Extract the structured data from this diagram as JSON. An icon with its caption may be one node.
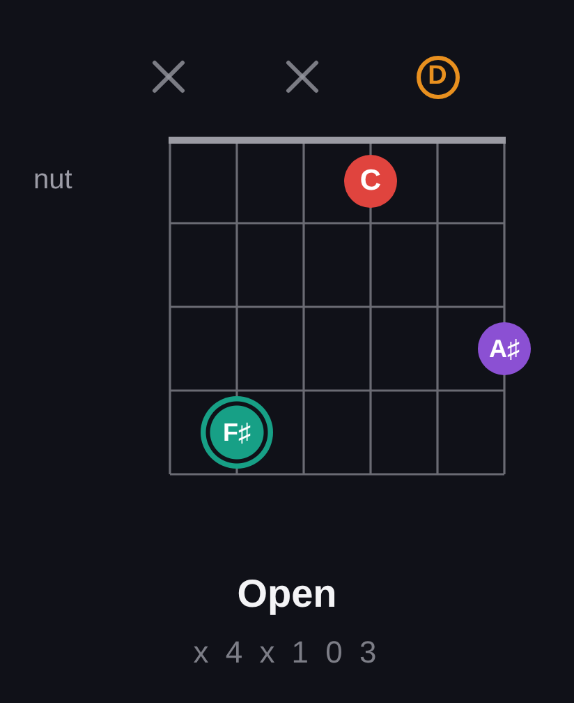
{
  "diagram": {
    "title": "Open",
    "nodes": [
      {
        "text": [
          "D"
        ]
      },
      {
        "text": [
          "C"
        ]
      },
      {
        "text": [
          "A♯"
        ]
      },
      {
        "text": [
          "F♯"
        ]
      }
    ],
    "labels": [
      "nut",
      "x 4 x 1 0 3"
    ]
  }
}
